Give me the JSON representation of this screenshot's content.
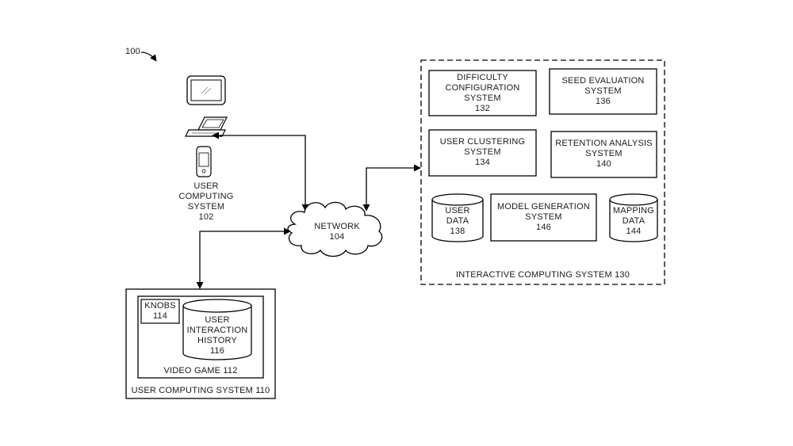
{
  "figure_ref": "100",
  "user_computing_system_102": {
    "line1": "USER",
    "line2": "COMPUTING",
    "line3": "SYSTEM",
    "number": "102"
  },
  "network": {
    "line1": "NETWORK",
    "number": "104"
  },
  "interactive_system": {
    "label": "INTERACTIVE COMPUTING SYSTEM 130",
    "difficulty": {
      "line1": "DIFFICULTY",
      "line2": "CONFIGURATION",
      "line3": "SYSTEM",
      "number": "132"
    },
    "seed": {
      "line1": "SEED EVALUATION",
      "line2": "SYSTEM",
      "number": "136"
    },
    "clustering": {
      "line1": "USER CLUSTERING",
      "line2": "SYSTEM",
      "number": "134"
    },
    "retention": {
      "line1": "RETENTION ANALYSIS",
      "line2": "SYSTEM",
      "number": "140"
    },
    "user_data": {
      "line1": "USER",
      "line2": "DATA",
      "number": "138"
    },
    "model_gen": {
      "line1": "MODEL GENERATION",
      "line2": "SYSTEM",
      "number": "146"
    },
    "mapping_data": {
      "line1": "MAPPING",
      "line2": "DATA",
      "number": "144"
    }
  },
  "user_computing_system_110": {
    "label": "USER COMPUTING SYSTEM 110",
    "video_game": "VIDEO GAME 112",
    "knobs": {
      "line1": "KNOBS",
      "number": "114"
    },
    "history": {
      "line1": "USER",
      "line2": "INTERACTION",
      "line3": "HISTORY",
      "number": "116"
    }
  }
}
